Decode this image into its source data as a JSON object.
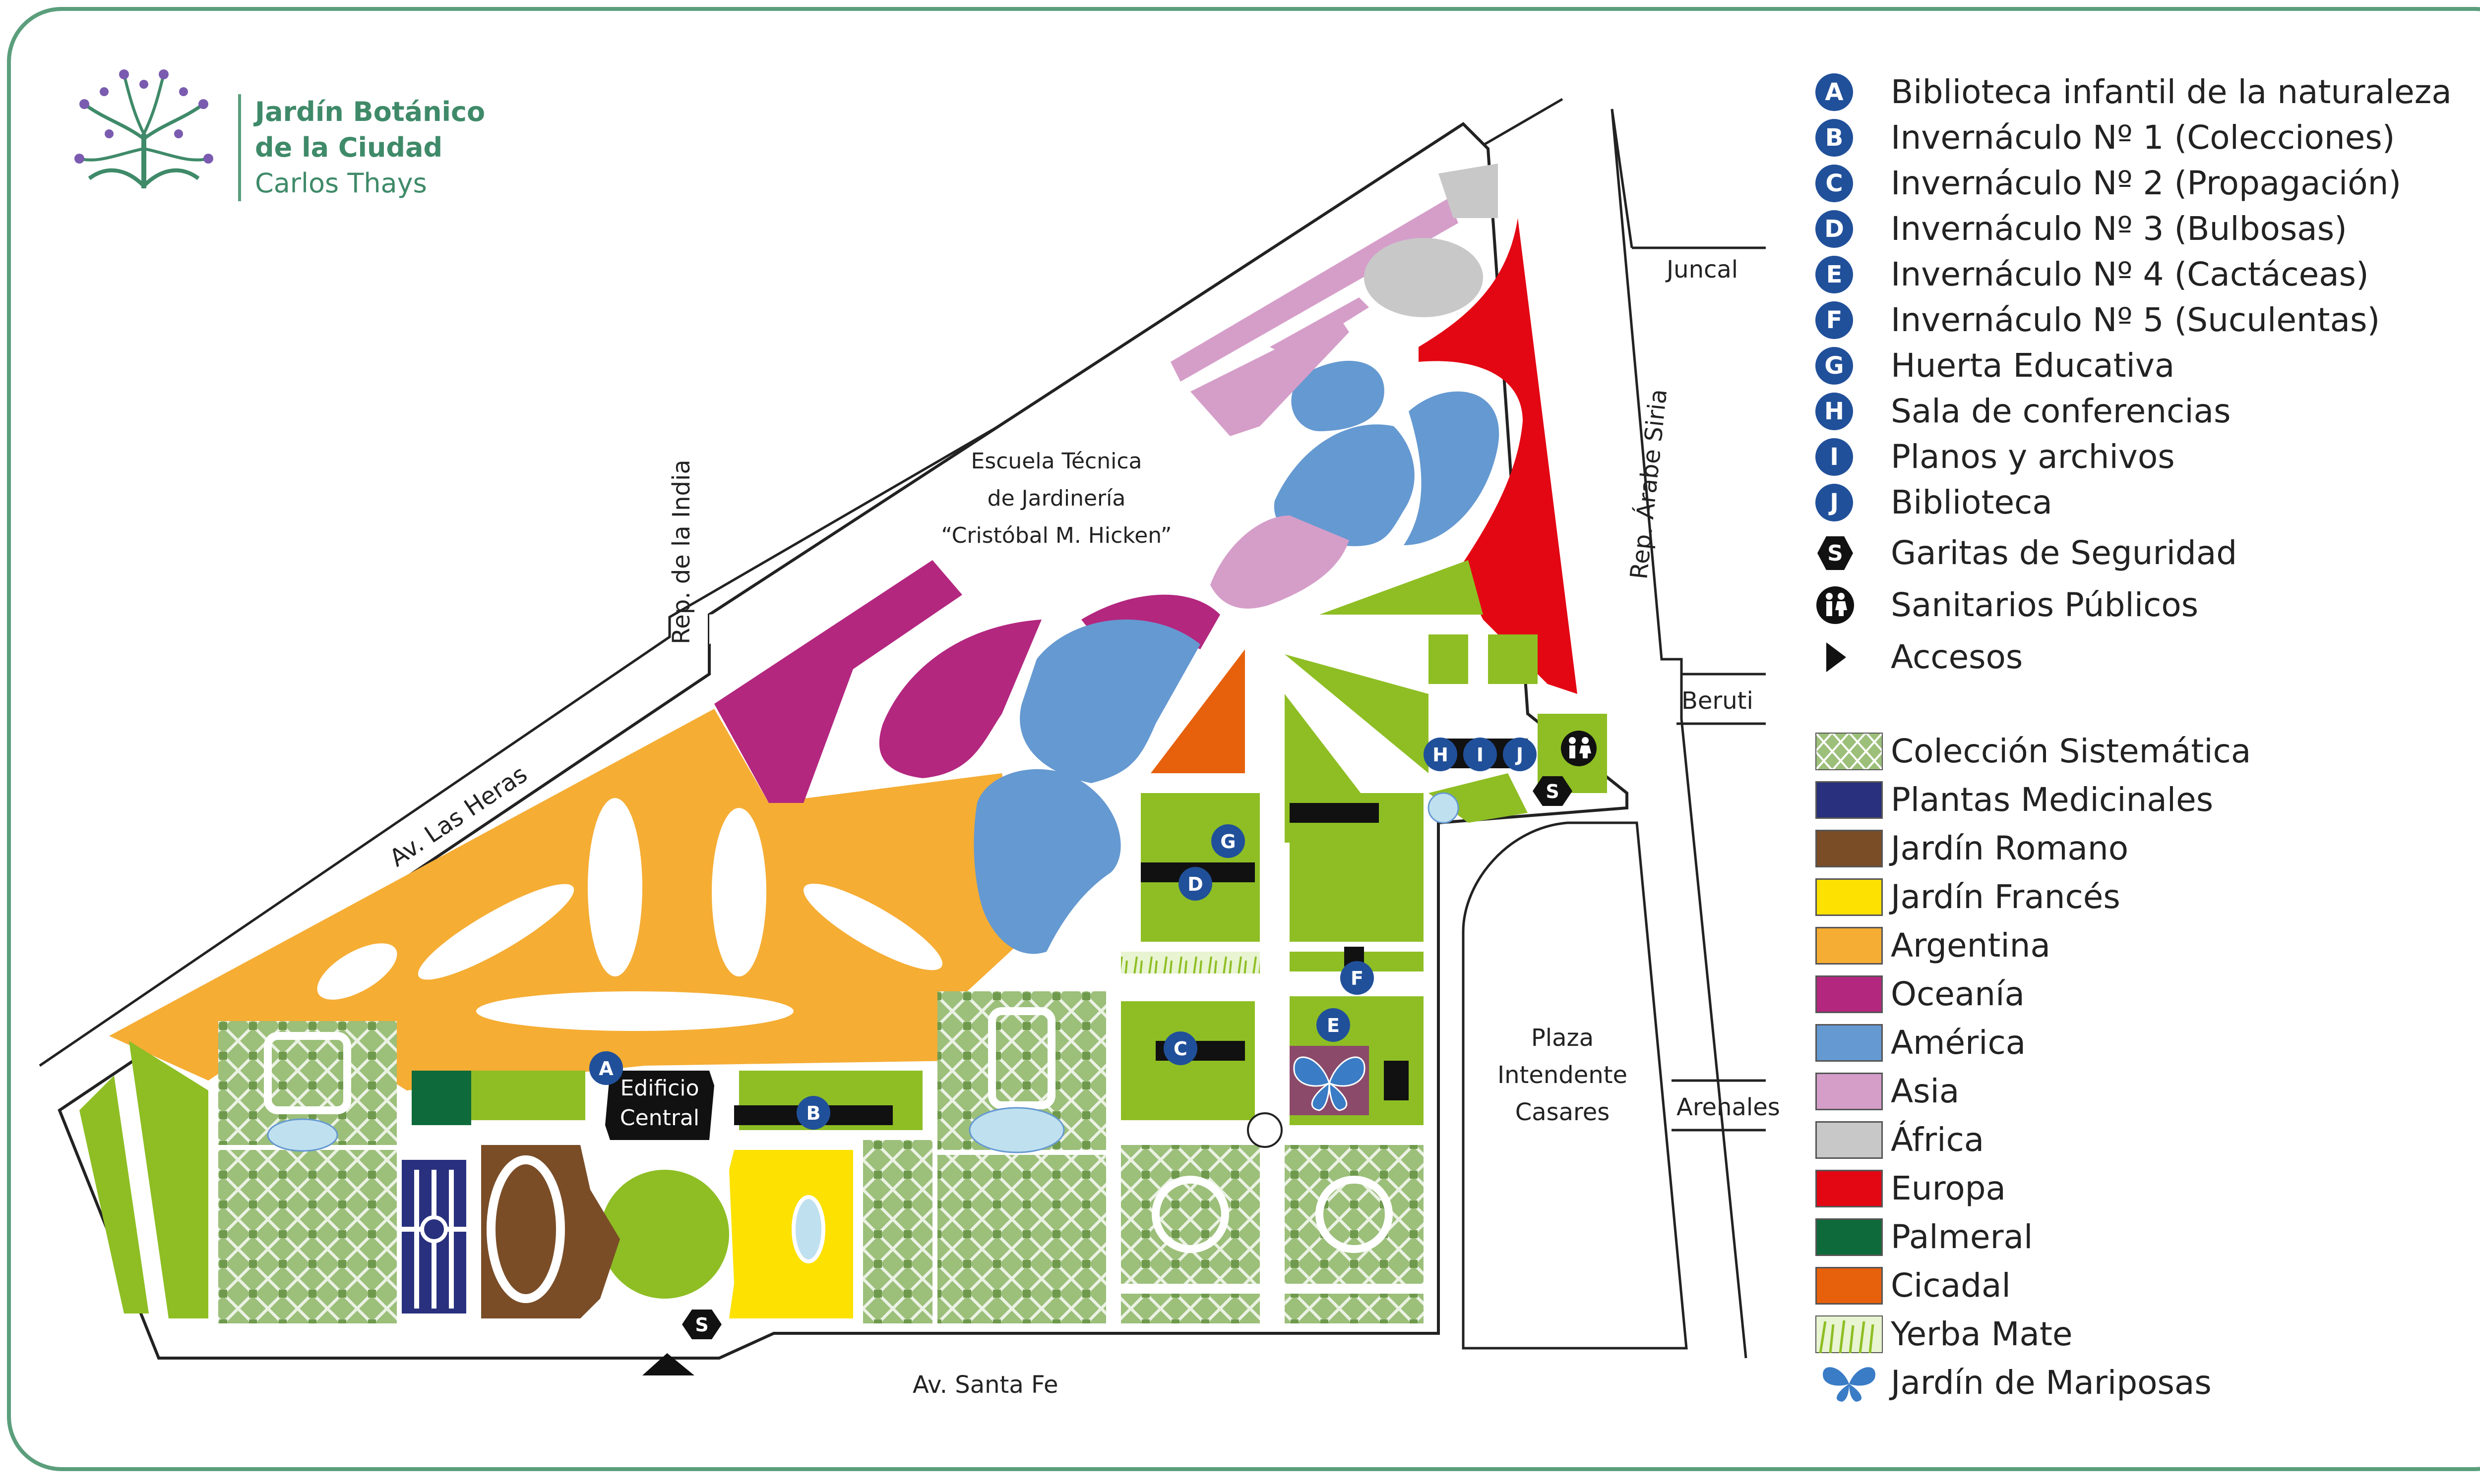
{
  "colors": {
    "green": "#8ebe24",
    "orange": "#f5ad34",
    "magenta": "#b3277f",
    "blue": "#6599d1",
    "pink": "#d59ec9",
    "gray": "#c8c8c8",
    "red": "#e30613",
    "dark_green": "#0e6a3a",
    "dark_orange": "#e7610d",
    "navy": "#29307e",
    "brown": "#7a4d27",
    "yellow": "#fde100",
    "marker_blue": "#21509a",
    "frame": "#5b9e7c"
  },
  "brand": {
    "line1": "Jardín Botánico",
    "line2": "de la Ciudad",
    "line3": "Carlos Thays",
    "logo_icon": "tree-logo-icon"
  },
  "streets": {
    "las_heras": "Av. Las Heras",
    "rep_india": "Rep. de la India",
    "arabe_siria": "Rep. Árabe Siria",
    "juncal": "Juncal",
    "beruti": "Beruti",
    "arenales": "Arenales",
    "santa_fe": "Av. Santa Fe"
  },
  "map_labels": {
    "escuela_1": "Escuela Técnica",
    "escuela_2": "de Jardinería",
    "escuela_3": "“Cristóbal M. Hicken”",
    "edificio_1": "Edificio",
    "edificio_2": "Central",
    "plaza_1": "Plaza",
    "plaza_2": "Intendente",
    "plaza_3": "Casares"
  },
  "markers": {
    "A": "A",
    "B": "B",
    "C": "C",
    "D": "D",
    "E": "E",
    "F": "F",
    "G": "G",
    "H": "H",
    "I": "I",
    "J": "J",
    "S": "S"
  },
  "legend_points": [
    {
      "key": "A",
      "label": "Biblioteca infantil de la naturaleza"
    },
    {
      "key": "B",
      "label": "Invernáculo Nº 1 (Colecciones)"
    },
    {
      "key": "C",
      "label": "Invernáculo Nº 2 (Propagación)"
    },
    {
      "key": "D",
      "label": "Invernáculo Nº 3 (Bulbosas)"
    },
    {
      "key": "E",
      "label": "Invernáculo Nº 4 (Cactáceas)"
    },
    {
      "key": "F",
      "label": "Invernáculo Nº 5 (Suculentas)"
    },
    {
      "key": "G",
      "label": "Huerta Educativa"
    },
    {
      "key": "H",
      "label": "Sala de conferencias"
    },
    {
      "key": "I",
      "label": "Planos y archivos"
    },
    {
      "key": "J",
      "label": "Biblioteca"
    }
  ],
  "legend_symbols": [
    {
      "icon": "security-booth-icon",
      "key": "S",
      "label": "Garitas de Seguridad"
    },
    {
      "icon": "restroom-icon",
      "label": "Sanitarios Públicos"
    },
    {
      "icon": "access-arrow-icon",
      "label": "Accesos"
    }
  ],
  "legend_areas": [
    {
      "label": "Colección Sistemática",
      "color": "#8ebe24",
      "pattern": "sistematica"
    },
    {
      "label": "Plantas Medicinales",
      "color": "#29307e"
    },
    {
      "label": "Jardín Romano",
      "color": "#7a4d27"
    },
    {
      "label": "Jardín Francés",
      "color": "#fde100"
    },
    {
      "label": "Argentina",
      "color": "#f5ad34"
    },
    {
      "label": "Oceanía",
      "color": "#b3277f"
    },
    {
      "label": "América",
      "color": "#6599d1"
    },
    {
      "label": "Asia",
      "color": "#d59ec9"
    },
    {
      "label": "África",
      "color": "#c8c8c8"
    },
    {
      "label": "Europa",
      "color": "#e30613"
    },
    {
      "label": "Palmeral",
      "color": "#0e6a3a"
    },
    {
      "label": "Cicadal",
      "color": "#e7610d"
    },
    {
      "label": "Yerba Mate",
      "color": "#d7ecb3",
      "pattern": "yerba"
    },
    {
      "label": "Jardín de Mariposas",
      "icon": "butterfly-icon"
    }
  ]
}
